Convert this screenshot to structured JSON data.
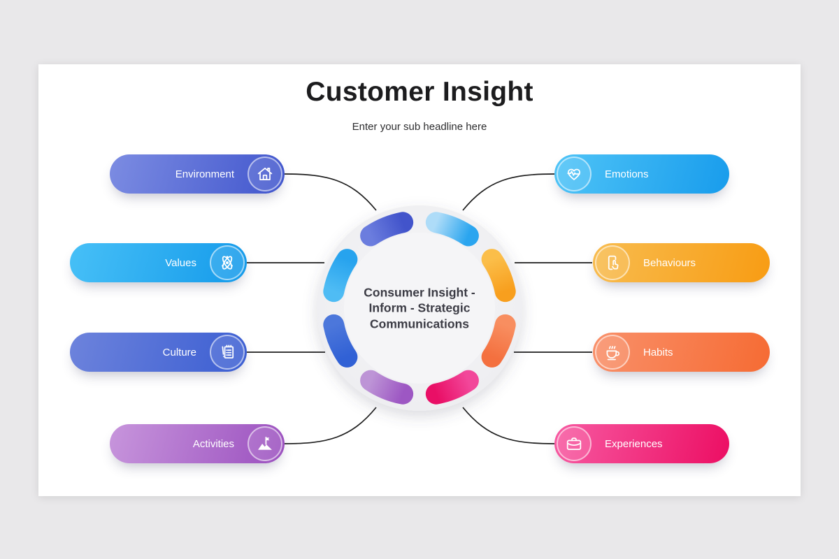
{
  "header": {
    "title": "Customer Insight",
    "subtitle": "Enter your sub headline here"
  },
  "center": {
    "text": "Consumer Insight - Inform - Strategic Communications",
    "disc_color": "#f1f1f4",
    "inner_color": "#f5f5f7",
    "ring": {
      "segments": [
        {
          "name": "north-northeast",
          "start": -79,
          "end": -56,
          "from": "#AEDCF8",
          "to": "#2AA5EF"
        },
        {
          "name": "east-northeast",
          "start": -34,
          "end": -11,
          "from": "#FBBE49",
          "to": "#F89F1E"
        },
        {
          "name": "east-southeast",
          "start": 11,
          "end": 34,
          "from": "#F88E60",
          "to": "#F4703F"
        },
        {
          "name": "south-southeast",
          "start": 56,
          "end": 79,
          "from": "#F2479A",
          "to": "#E90F66"
        },
        {
          "name": "south-southwest",
          "start": 101,
          "end": 124,
          "from": "#9D57C3",
          "to": "#BD94D6"
        },
        {
          "name": "west-southwest",
          "start": 146,
          "end": 169,
          "from": "#3161D5",
          "to": "#4C77DB"
        },
        {
          "name": "west-northwest",
          "start": 191,
          "end": 214,
          "from": "#4FBCF4",
          "to": "#27A3EE"
        },
        {
          "name": "north-northwest",
          "start": 236,
          "end": 259,
          "from": "#6B7DDE",
          "to": "#4254CB"
        }
      ]
    }
  },
  "nodes": {
    "left": [
      {
        "label": "Environment",
        "icon": "house-icon",
        "gradient": [
          "#7C8CE2",
          "#4156CD"
        ]
      },
      {
        "label": "Values",
        "icon": "atom-icon",
        "gradient": [
          "#47C0F7",
          "#149AEA"
        ]
      },
      {
        "label": "Culture",
        "icon": "notepad-icon",
        "gradient": [
          "#6D83DC",
          "#3B5ED2"
        ]
      },
      {
        "label": "Activities",
        "icon": "mountain-flag-icon",
        "gradient": [
          "#C795DC",
          "#9B50BF"
        ]
      }
    ],
    "right": [
      {
        "label": "Emotions",
        "icon": "heart-pulse-icon",
        "gradient": [
          "#4FC4F7",
          "#189CEC"
        ]
      },
      {
        "label": "Behaviours",
        "icon": "phone-tap-icon",
        "gradient": [
          "#F8BC4F",
          "#F89C13"
        ]
      },
      {
        "label": "Habits",
        "icon": "coffee-cup-icon",
        "gradient": [
          "#F9906A",
          "#F66B33"
        ]
      },
      {
        "label": "Experiences",
        "icon": "briefcase-icon",
        "gradient": [
          "#F75AA2",
          "#EC0E63"
        ]
      }
    ]
  }
}
